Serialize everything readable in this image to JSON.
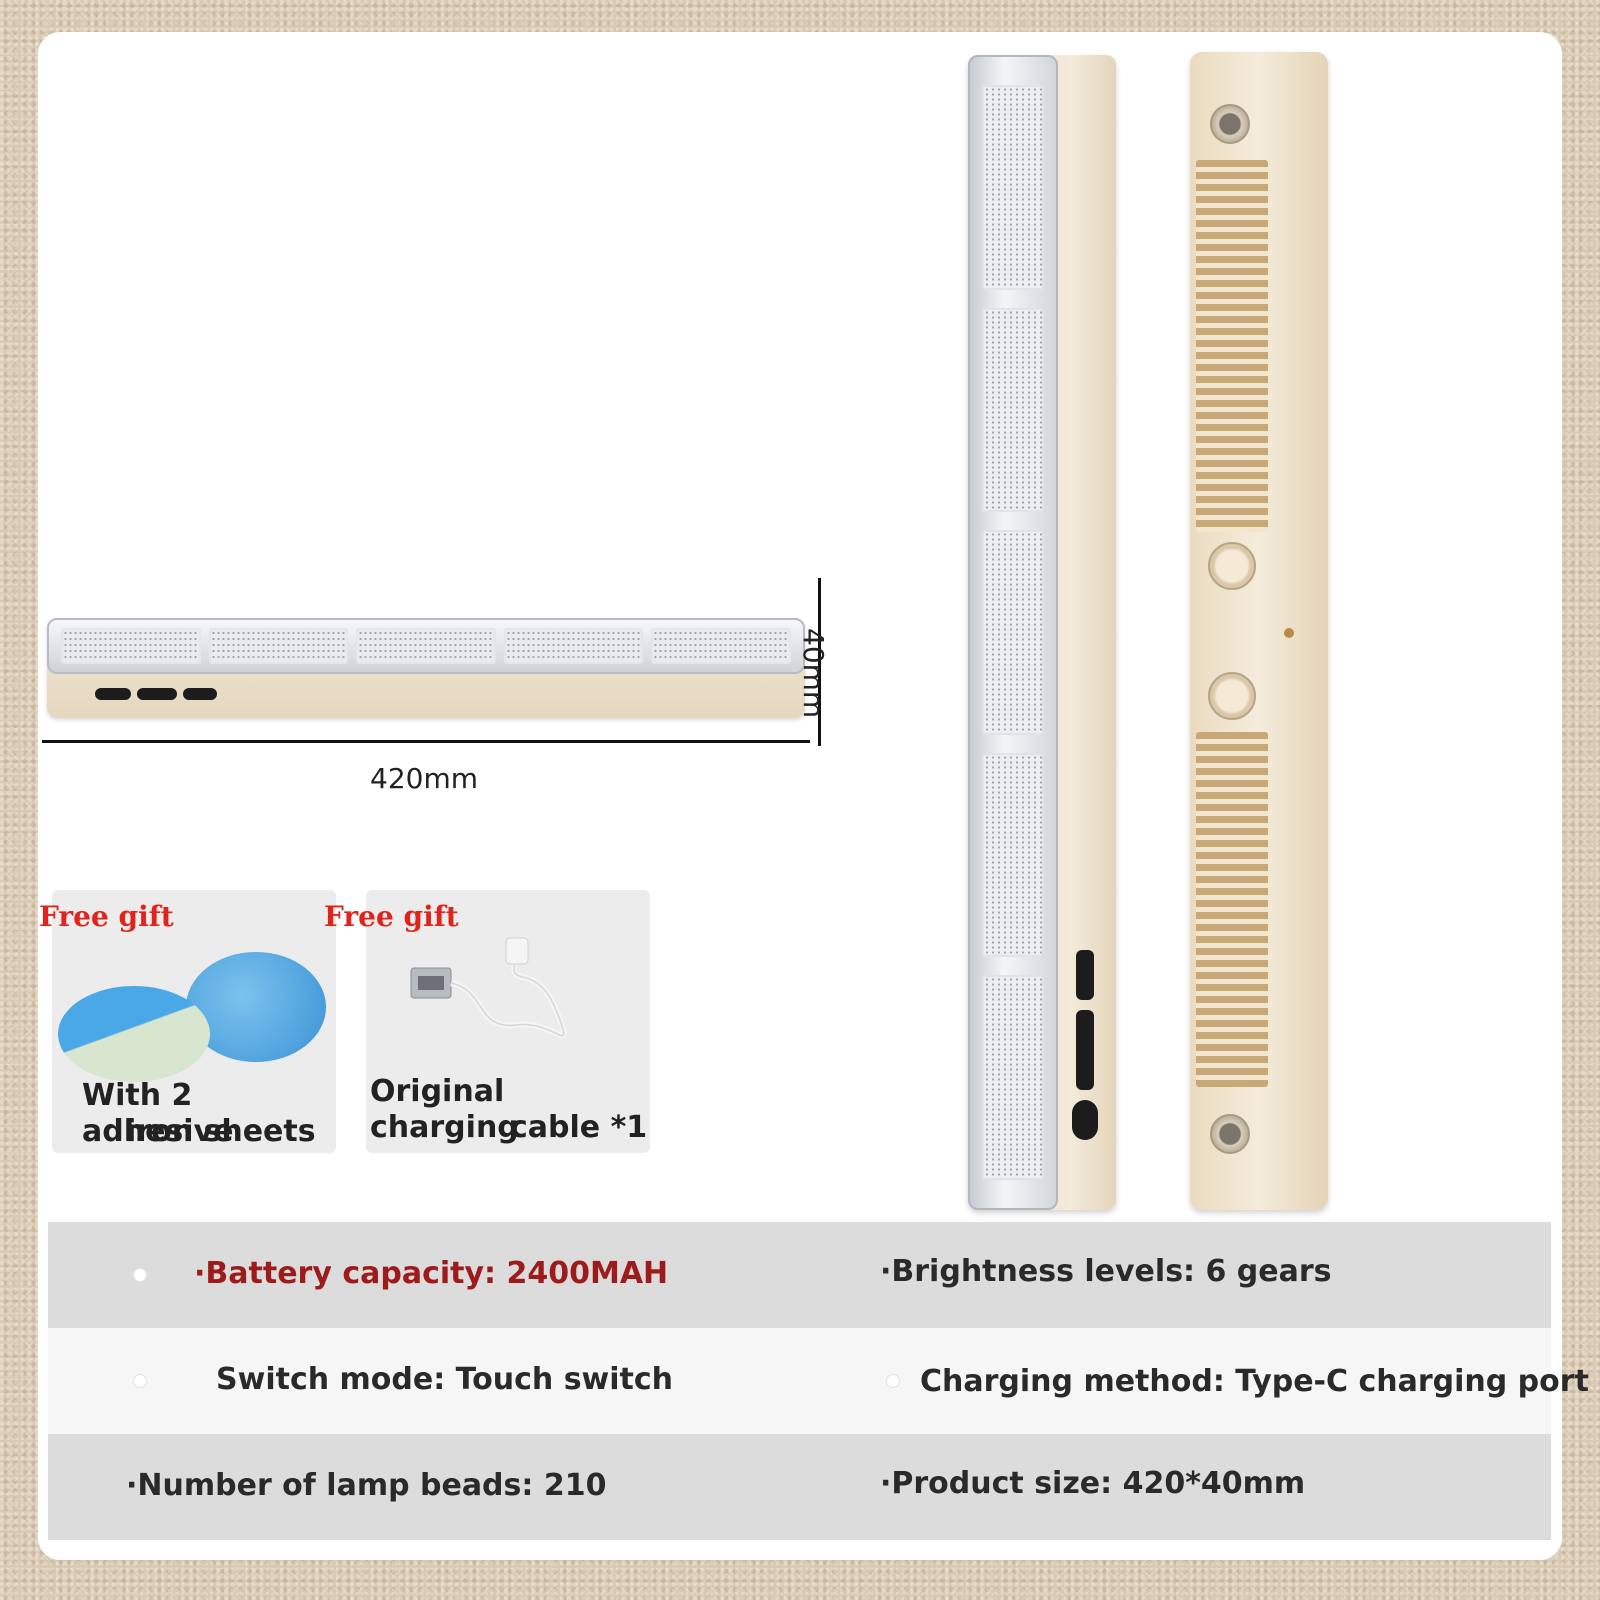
{
  "dimensions": {
    "length_label": "420mm",
    "height_label": "40mm"
  },
  "gifts": [
    {
      "tag": "Free gift",
      "line1": "With 2 adhesive",
      "line2": "iron sheets",
      "icon": "adhesive-iron-sheet-icon"
    },
    {
      "tag": "Free gift",
      "line1": "Original charging",
      "line2": "cable *1",
      "icon": "usb-cable-icon"
    }
  ],
  "specs": {
    "battery": "·Battery capacity: 2400MAH",
    "brightness": "·Brightness levels: 6 gears",
    "switch_mode": "Switch mode: Touch switch",
    "charging": "Charging method: Type-C charging port",
    "beads": "·Number of lamp beads: 210",
    "size": "·Product size: 420*40mm"
  },
  "colors": {
    "gift_tag": "#e0241c",
    "battery_text": "#9e1b1b",
    "lamp_body": "#f0e6d4"
  }
}
